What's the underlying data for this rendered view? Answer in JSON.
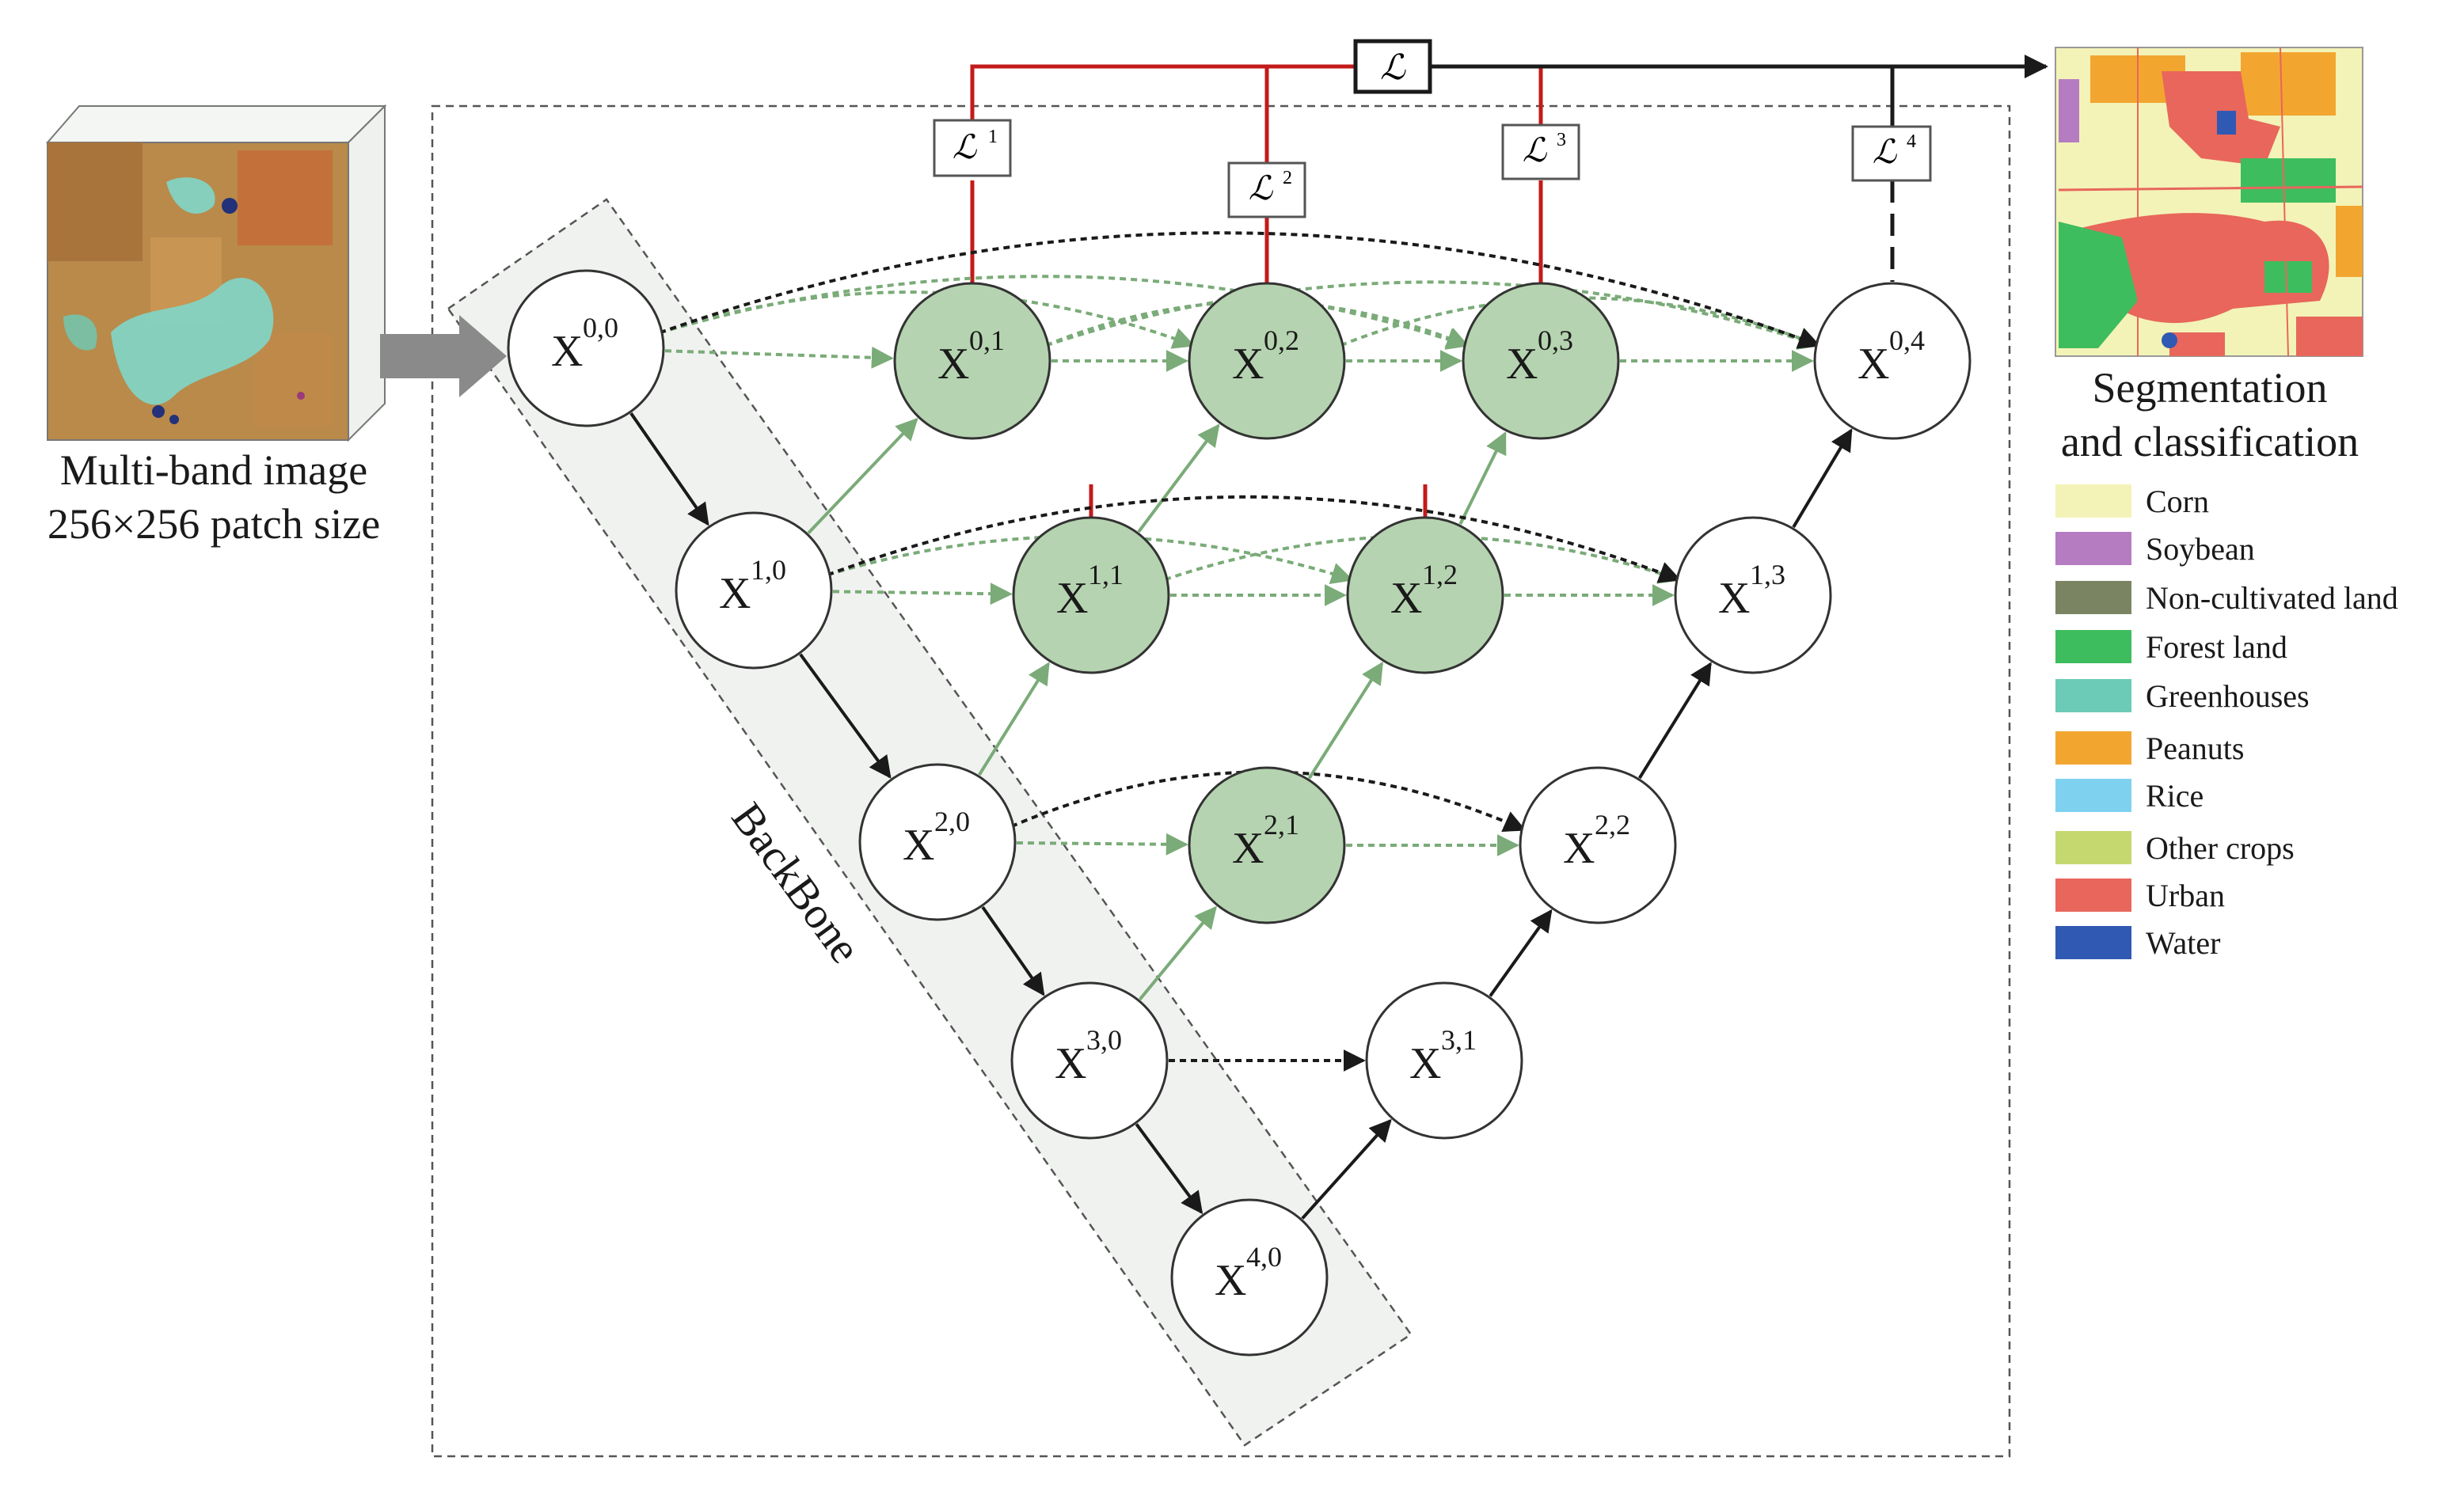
{
  "input_caption": {
    "line1": "Multi-band image",
    "line2": "256×256 patch size"
  },
  "output_caption": {
    "line1": "Segmentation",
    "line2": "and classification"
  },
  "backbone_label": "BackBone",
  "loss": {
    "total": "ℒ",
    "terms": [
      {
        "base": "ℒ",
        "sup": "1"
      },
      {
        "base": "ℒ",
        "sup": "2"
      },
      {
        "base": "ℒ",
        "sup": "3"
      },
      {
        "base": "ℒ",
        "sup": "4"
      }
    ]
  },
  "nodes": [
    {
      "id": "0,0",
      "label": "X",
      "sup": "0,0",
      "fill": "white"
    },
    {
      "id": "1,0",
      "label": "X",
      "sup": "1,0",
      "fill": "white"
    },
    {
      "id": "2,0",
      "label": "X",
      "sup": "2,0",
      "fill": "white"
    },
    {
      "id": "3,0",
      "label": "X",
      "sup": "3,0",
      "fill": "white"
    },
    {
      "id": "4,0",
      "label": "X",
      "sup": "4,0",
      "fill": "white"
    },
    {
      "id": "0,1",
      "label": "X",
      "sup": "0,1",
      "fill": "green"
    },
    {
      "id": "0,2",
      "label": "X",
      "sup": "0,2",
      "fill": "green"
    },
    {
      "id": "0,3",
      "label": "X",
      "sup": "0,3",
      "fill": "green"
    },
    {
      "id": "0,4",
      "label": "X",
      "sup": "0,4",
      "fill": "white"
    },
    {
      "id": "1,1",
      "label": "X",
      "sup": "1,1",
      "fill": "green"
    },
    {
      "id": "1,2",
      "label": "X",
      "sup": "1,2",
      "fill": "green"
    },
    {
      "id": "1,3",
      "label": "X",
      "sup": "1,3",
      "fill": "white"
    },
    {
      "id": "2,1",
      "label": "X",
      "sup": "2,1",
      "fill": "green"
    },
    {
      "id": "2,2",
      "label": "X",
      "sup": "2,2",
      "fill": "white"
    },
    {
      "id": "3,1",
      "label": "X",
      "sup": "3,1",
      "fill": "white"
    }
  ],
  "colors": {
    "node_green": "#b5d3b0",
    "arrow_green": "#7aab78",
    "arrow_black": "#1a1a1a",
    "loss_red": "#c41a1a",
    "backbone_fill": "#f0f2f0"
  },
  "legend": [
    {
      "label": "Corn",
      "color": "#f3f3b7"
    },
    {
      "label": "Soybean",
      "color": "#b57cc2"
    },
    {
      "label": "Non-cultivated land",
      "color": "#7a8463"
    },
    {
      "label": "Forest land",
      "color": "#3ebd5e"
    },
    {
      "label": "Greenhouses",
      "color": "#6bcbb6"
    },
    {
      "label": "Peanuts",
      "color": "#f2a630"
    },
    {
      "label": "Rice",
      "color": "#7fd2ef"
    },
    {
      "label": "Other crops",
      "color": "#c5d870"
    },
    {
      "label": "Urban",
      "color": "#e8665b"
    },
    {
      "label": "Water",
      "color": "#3059b3"
    }
  ]
}
